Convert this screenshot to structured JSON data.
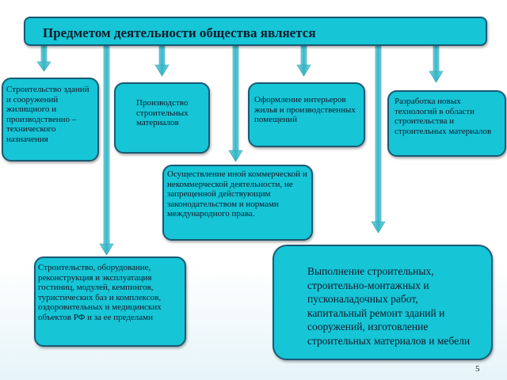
{
  "header": {
    "title": "Предметом деятельности общества является"
  },
  "items": [
    {
      "text": "Строительство зданий и сооружений жилищного и производственно – технического назначения"
    },
    {
      "text": "Производство строительных материалов"
    },
    {
      "text": "Оформление интерьеров жилья и производственных помещений"
    },
    {
      "text": "Разработка новых технологий в области строительства и строительных материалов"
    },
    {
      "text": "Осуществление иной коммерческой и некоммерческой деятельности, не запрещенной действующим законодательством и нормами международного права."
    },
    {
      "text": "Строительство, оборудование, реконструкция и эксплуатация гостиниц, модулей, кемпингов, туристических баз и комплексов, оздоровительных и медицинских объектов РФ и за ее пределами"
    },
    {
      "text": "Выполнение строительных, строительно-монтажных и пусконаладочных работ, капитальный ремонт зданий и сооружений, изготовление строительных материалов и мебели"
    }
  ],
  "colors": {
    "box_fill": "#16c5d6",
    "box_border": "#1a5a74",
    "arrow": "#3ab8c8"
  },
  "page_number": "5"
}
